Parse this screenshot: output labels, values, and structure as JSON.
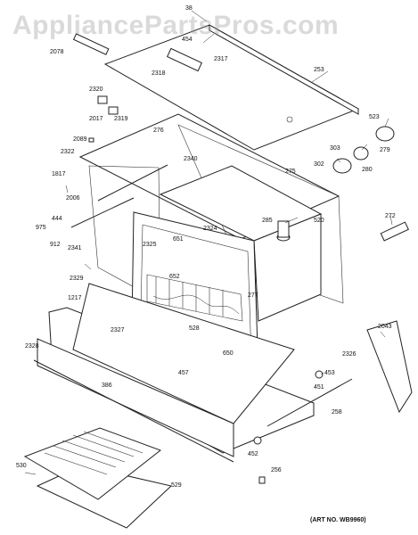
{
  "watermark": "AppliancePartsPros.com",
  "art_number": "(ART NO. WB9960)",
  "callouts": [
    "38",
    "454",
    "2317",
    "2078",
    "253",
    "2318",
    "2320",
    "523",
    "2017",
    "2319",
    "276",
    "303",
    "279",
    "2089",
    "2322",
    "2340",
    "302",
    "280",
    "275",
    "1817",
    "2006",
    "285",
    "520",
    "272",
    "444",
    "975",
    "2341",
    "912",
    "2325",
    "651",
    "2324",
    "2329",
    "652",
    "277",
    "1217",
    "2327",
    "528",
    "650",
    "2326",
    "2043",
    "2328",
    "457",
    "453",
    "386",
    "451",
    "258",
    "452",
    "256",
    "530",
    "529"
  ],
  "colors": {
    "line": "#222222",
    "background": "#ffffff",
    "watermark": "#969696"
  }
}
